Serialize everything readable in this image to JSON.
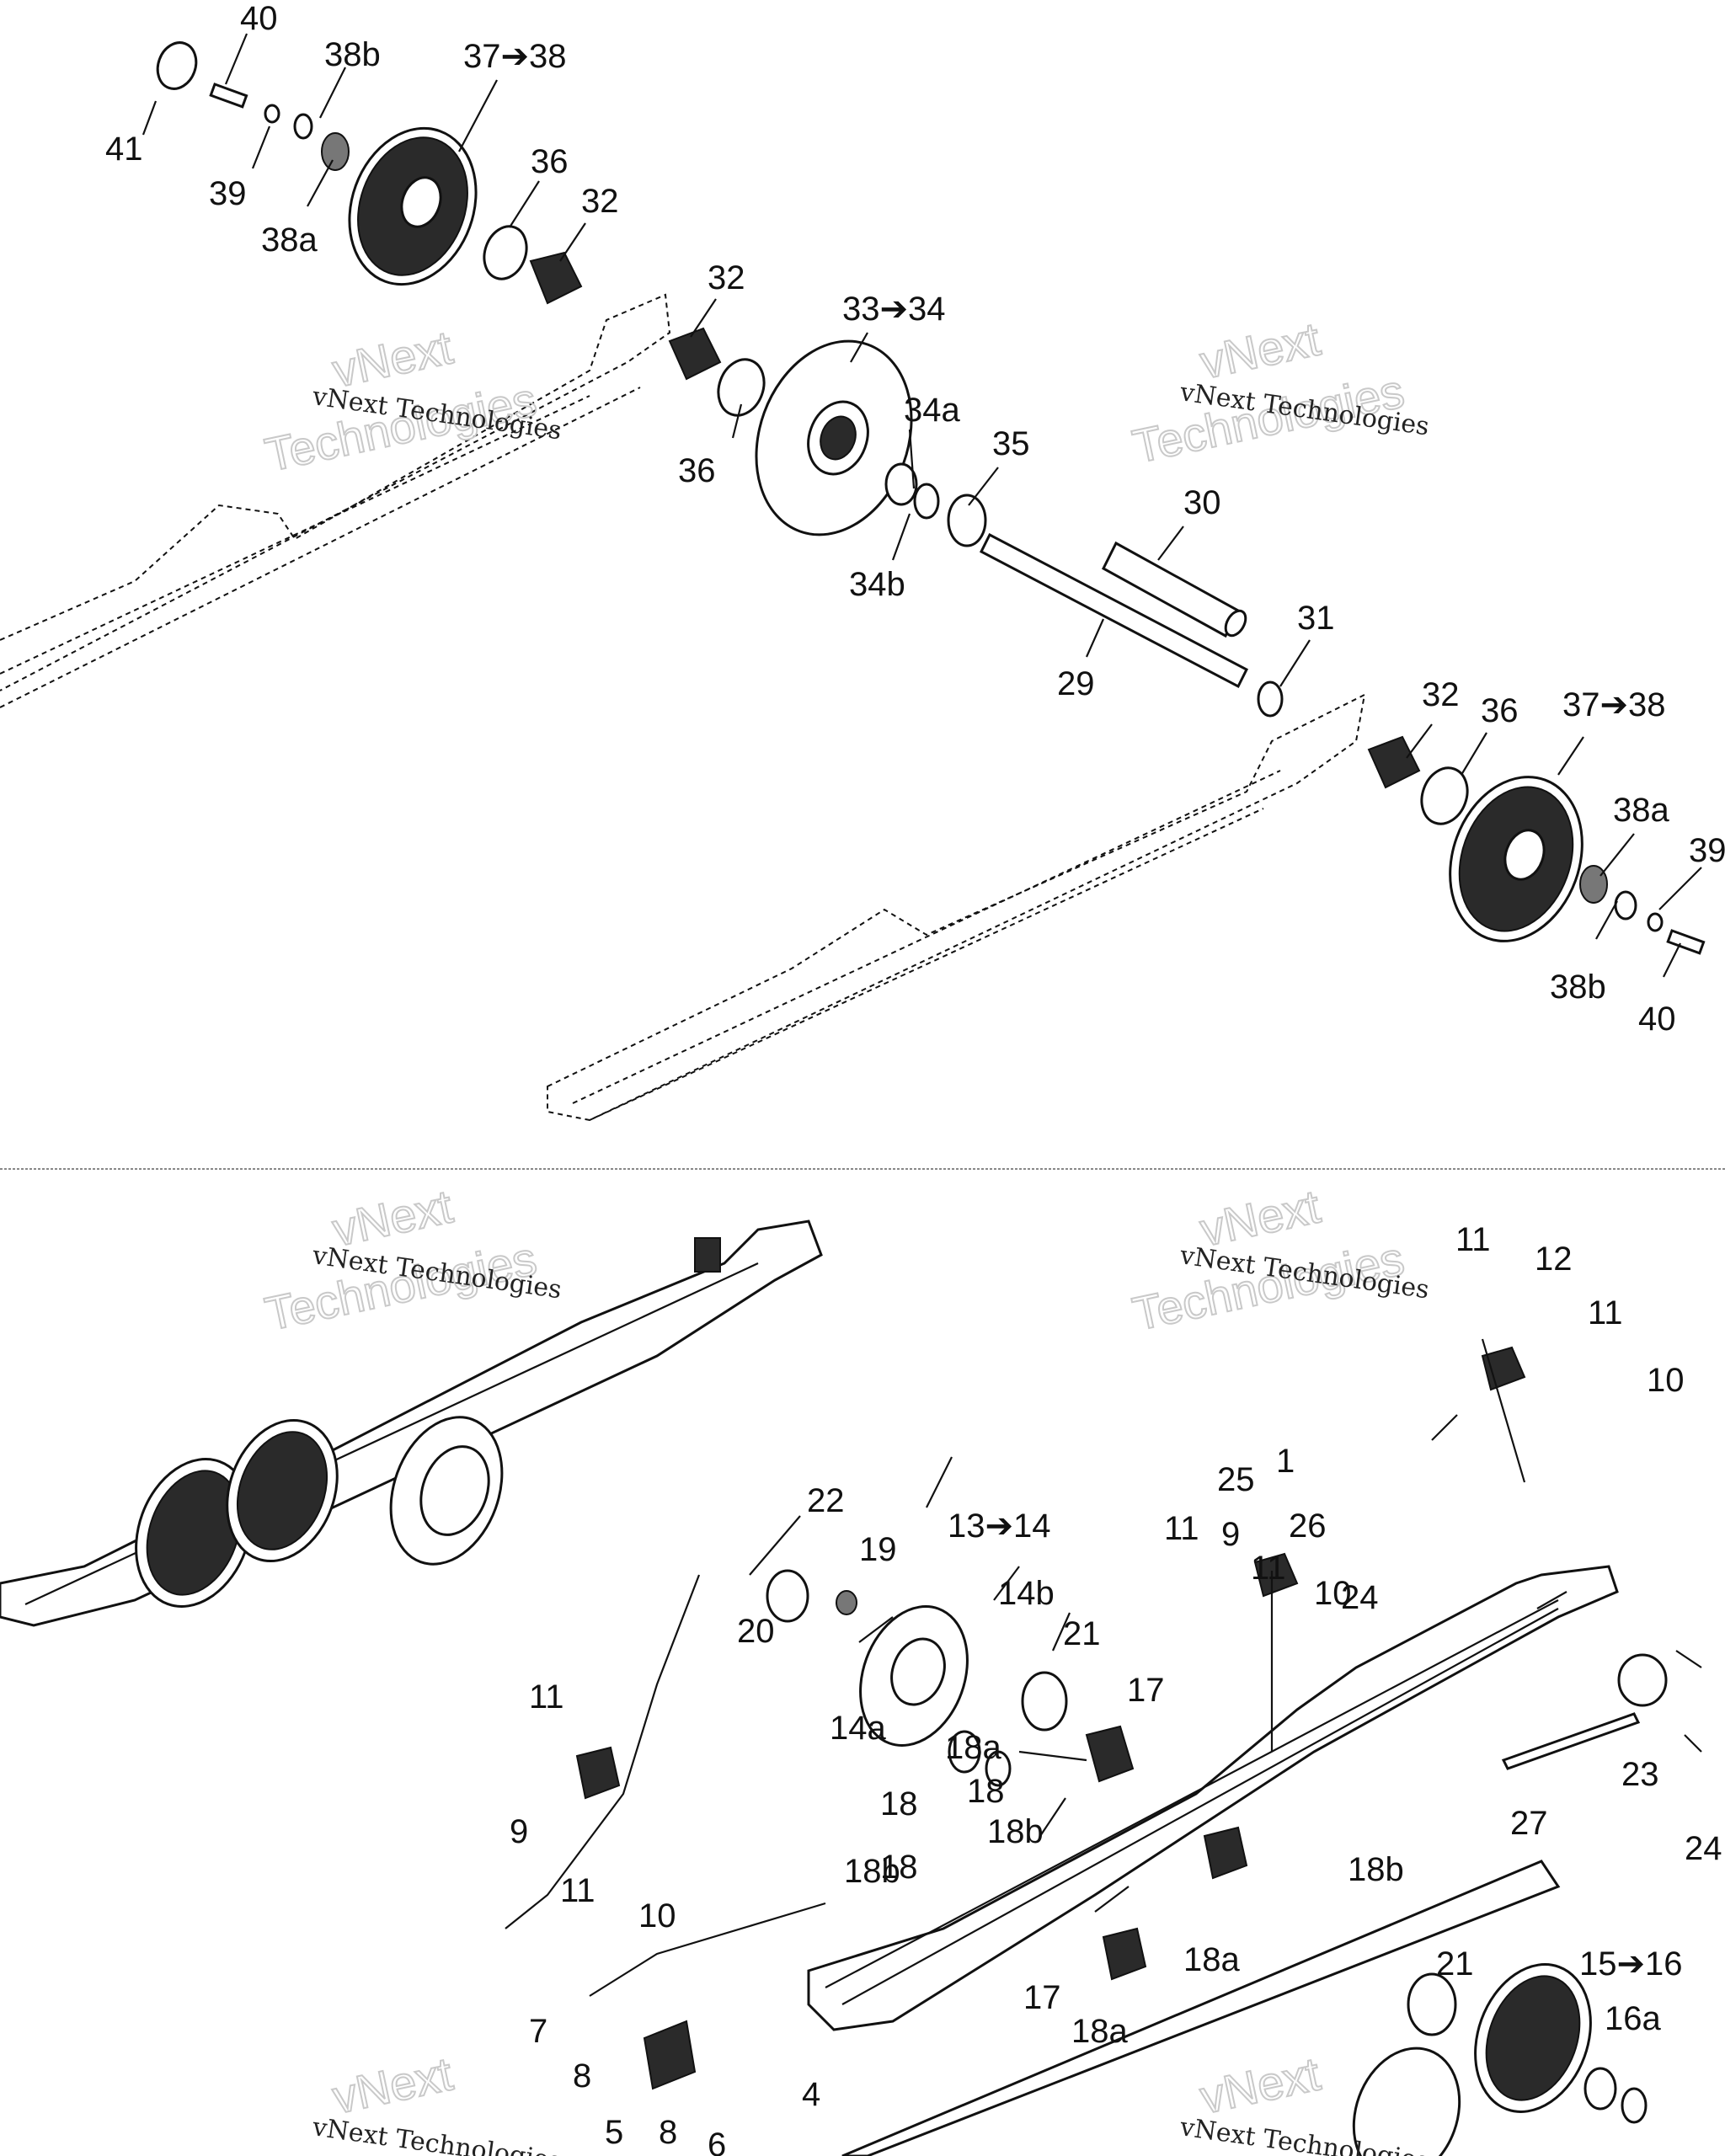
{
  "watermark": {
    "line1": "vNext Technologies",
    "line2a": "vNext",
    "line2b": "Technologies"
  },
  "callouts": {
    "top": [
      "40",
      "38b",
      "37➔38",
      "41",
      "39",
      "38a",
      "36",
      "32",
      "32",
      "33➔34",
      "36",
      "34a",
      "35",
      "34b",
      "30",
      "29",
      "31",
      "32",
      "36",
      "37➔38",
      "38a",
      "39",
      "38b",
      "40"
    ],
    "bottom": [
      "11",
      "12",
      "11",
      "10",
      "22",
      "19",
      "13➔14",
      "14b",
      "20",
      "21",
      "14a",
      "11",
      "9",
      "11",
      "10",
      "25",
      "1",
      "26",
      "24",
      "17",
      "18a",
      "18",
      "18",
      "11",
      "9",
      "11",
      "10",
      "18b",
      "18",
      "18b",
      "18b",
      "23",
      "27",
      "24",
      "17",
      "18a",
      "18a",
      "21",
      "15➔16",
      "16a",
      "7",
      "8",
      "5",
      "8",
      "6",
      "4"
    ]
  }
}
